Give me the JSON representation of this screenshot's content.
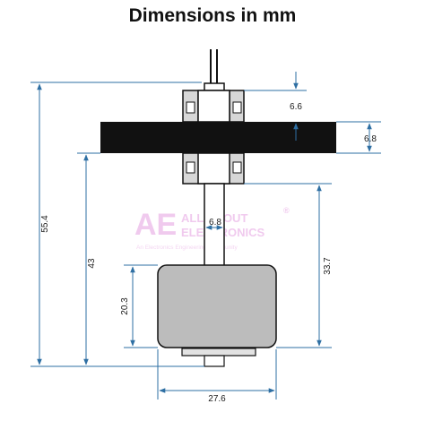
{
  "title": "Dimensions in mm",
  "colors": {
    "dimension_line": "#2e6fa3",
    "nut_fill": "#d7d7d7",
    "panel_fill": "#111111",
    "float_fill": "#bcbcbc",
    "watermark": "#f0c8ee"
  },
  "dimensions": {
    "overall_height": "55.4",
    "height_below_panel": "43",
    "float_to_panel": "33.7",
    "float_height": "20.3",
    "nut_height": "6.6",
    "panel_thickness": "6.8",
    "stem_width": "6.8",
    "float_width": "27.6"
  },
  "watermark": {
    "mark": "AE",
    "line1": "ALL ABOUT",
    "line2": "ELECTRONICS",
    "registered": "®",
    "tagline": "An Electronics Engineering Community"
  }
}
